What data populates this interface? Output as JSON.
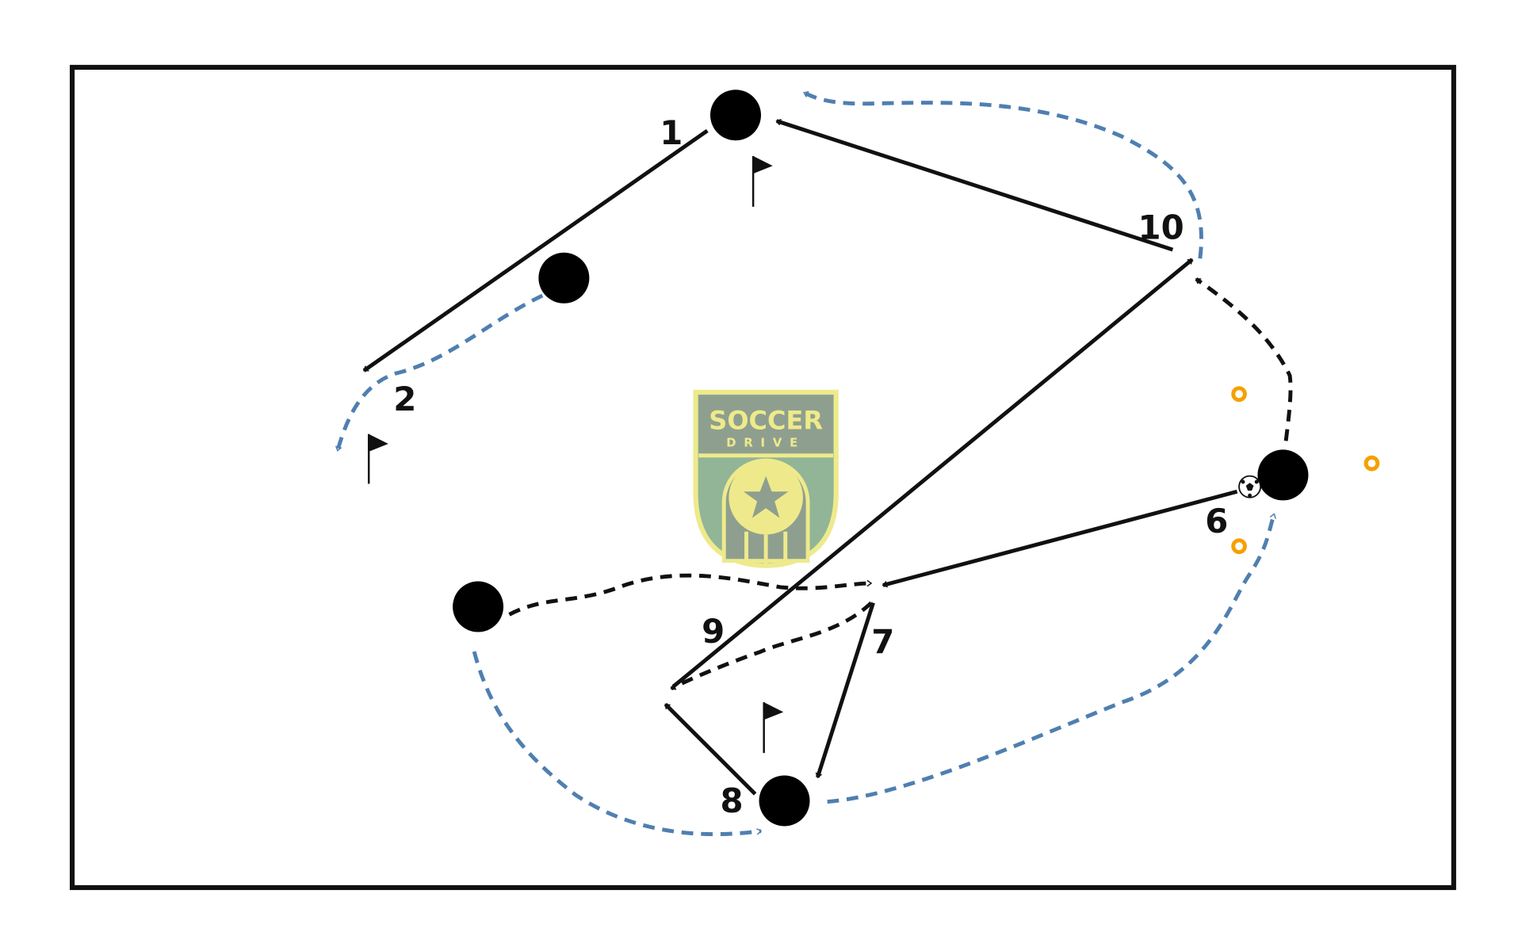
{
  "diagram": {
    "logo_text": "SOCCER",
    "logo_subtext": "DRIVE",
    "colors": {
      "pass": "#111111",
      "run": "#4f7fb0",
      "cone": "#f5a000",
      "logo_yellow": "#eeea8c",
      "logo_grey": "#8f9f8f",
      "logo_green": "#92b597"
    },
    "labels": {
      "l1": "1",
      "l2": "2",
      "l6": "6",
      "l7": "7",
      "l8": "8",
      "l9": "9",
      "l10": "10"
    }
  }
}
